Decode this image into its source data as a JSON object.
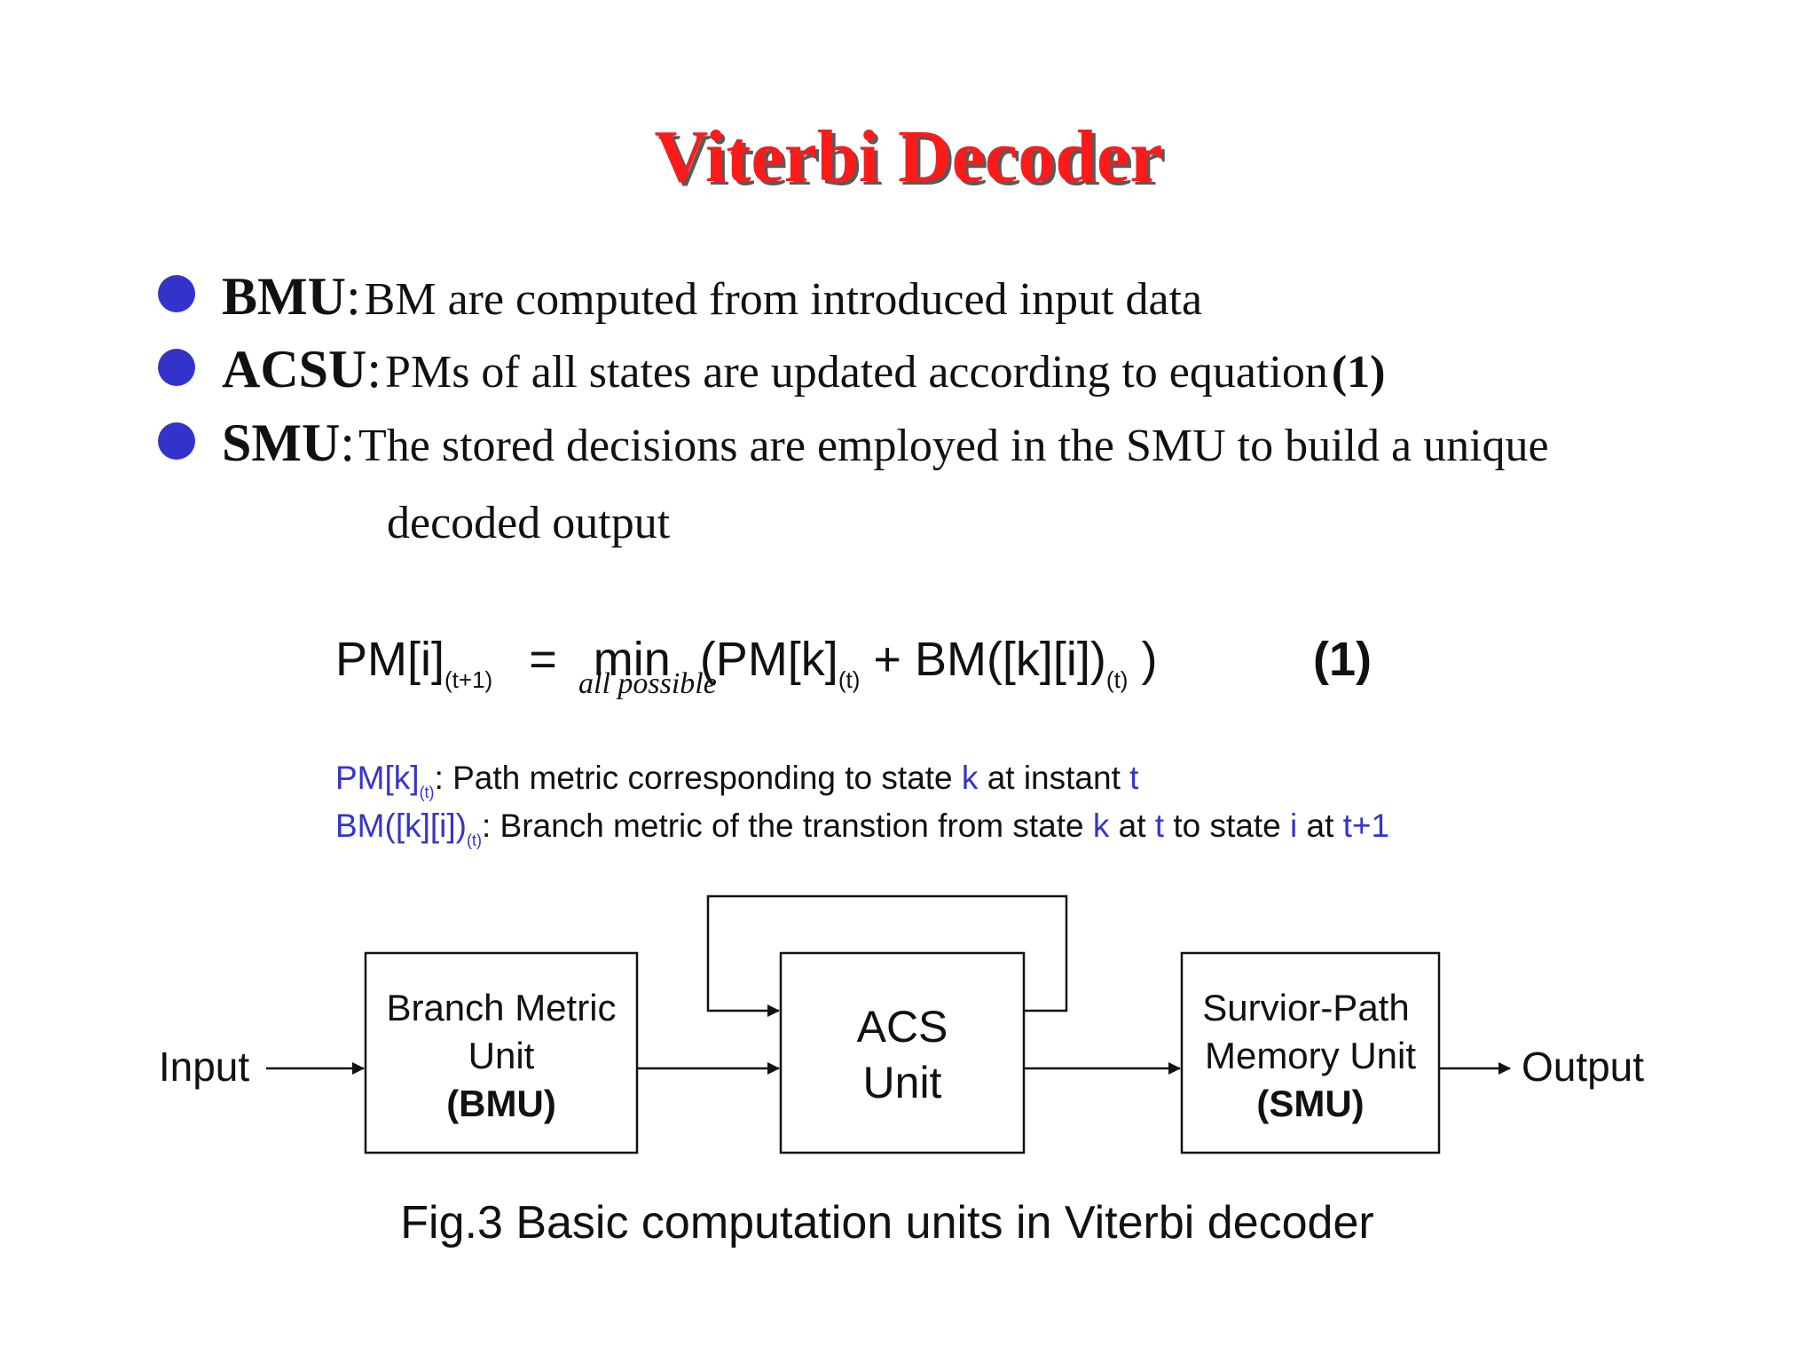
{
  "title": "Viterbi Decoder",
  "bullets": [
    {
      "term": "BMU",
      "colon": ":",
      "desc": "BM are computed from introduced input data"
    },
    {
      "term": "ACSU",
      "colon": ":",
      "desc": "PMs of all states are updated according to equation",
      "ref": "(1)"
    },
    {
      "term": "SMU",
      "colon": ":",
      "desc": "The stored decisions are employed in the SMU to build a unique",
      "desc_cont": "decoded output"
    }
  ],
  "equation": {
    "lhs": "PM[i]",
    "lhs_sub": "(t+1)",
    "equals": "=",
    "op": "min",
    "open": "(",
    "term1": "PM[k]",
    "term1_sub": "(t)",
    "plus": "+",
    "term2": "BM([k][i])",
    "term2_sub": "(t)",
    "close": ")",
    "under": "all possible",
    "number": "(1)"
  },
  "definitions": {
    "pm": {
      "sym": "PM[k]",
      "sub": "(t)",
      "t1": ":  Path metric corresponding to state ",
      "k": "k",
      "t2": " at instant ",
      "t": "t"
    },
    "bm": {
      "sym": "BM([k][i])",
      "sub": "(t)",
      "t1": ": Branch metric of the transtion from state ",
      "k": "k",
      "t2": " at ",
      "t": "t",
      "t3": " to state ",
      "i": "i",
      "t4": " at ",
      "t1p": "t+1"
    }
  },
  "diagram": {
    "input": "Input",
    "output": "Output",
    "bmu": {
      "line1": "Branch Metric",
      "line2": "Unit",
      "line3": "(BMU)"
    },
    "acs": {
      "line1": "ACS",
      "line2": "Unit"
    },
    "smu": {
      "line1": "Survior-Path",
      "line2": "Memory Unit",
      "line3": "(SMU)"
    }
  },
  "caption": "Fig.3 Basic computation units in Viterbi decoder"
}
